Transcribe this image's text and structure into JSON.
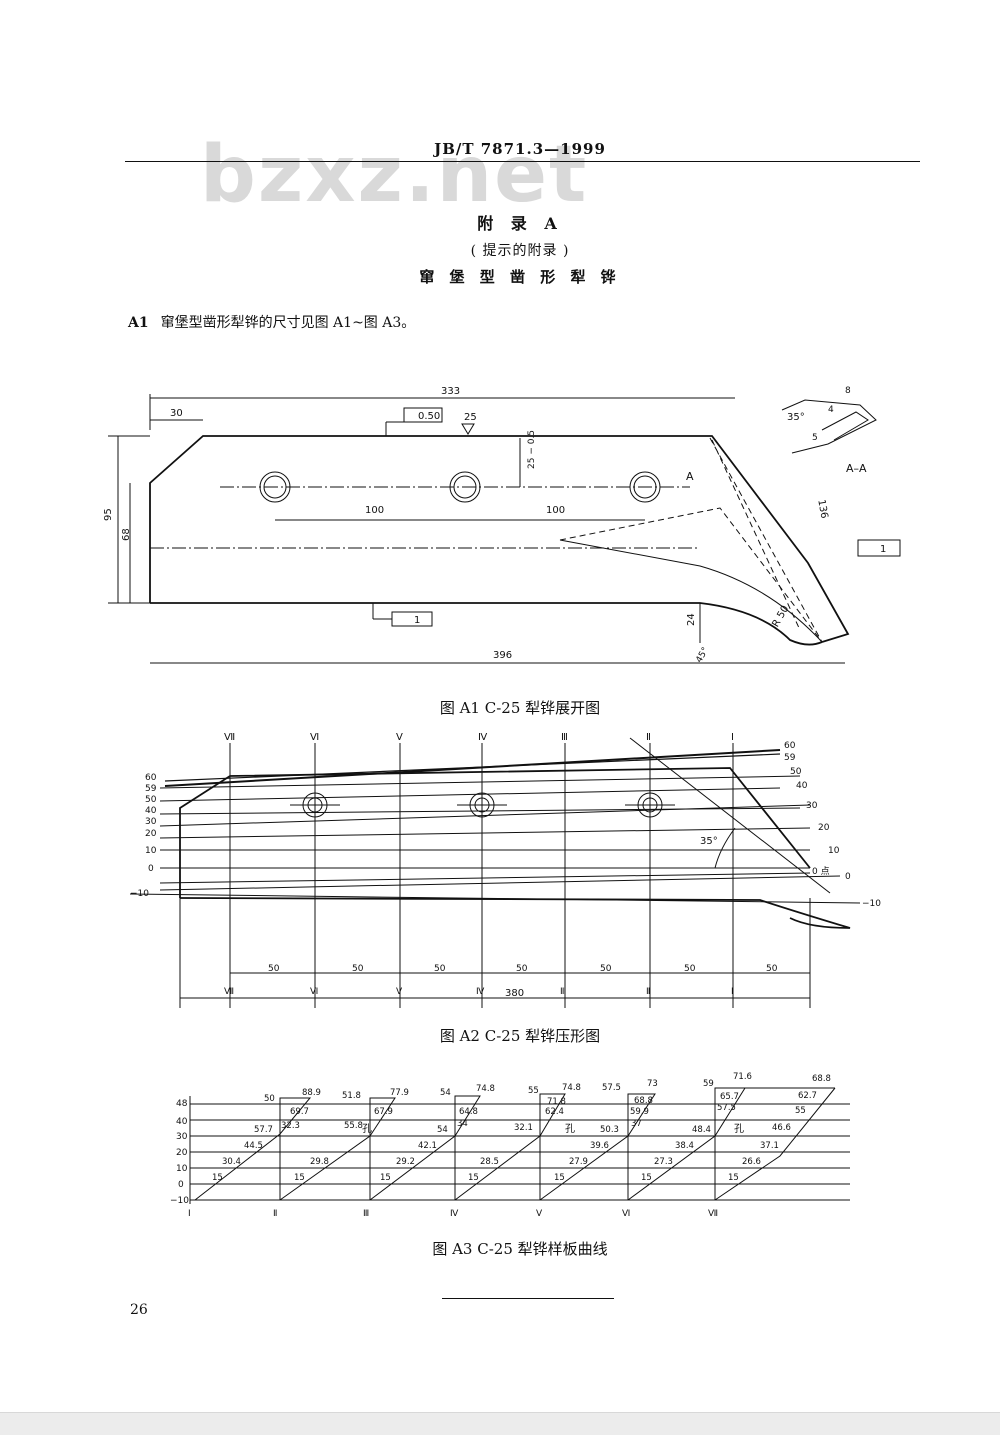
{
  "header": {
    "doc_code": "JB/T 7871.3—1999",
    "watermark": "bzxz.net"
  },
  "appendix": {
    "title": "附 录 A",
    "subtitle": "( 提示的附录 )",
    "name": "窜 堡 型 凿 形 犁 铧"
  },
  "paragraph": {
    "num": "A1",
    "text": "窜堡型凿形犁铧的尺寸见图 A1~图 A3。"
  },
  "fig1": {
    "caption": "图 A1   C-25 犁铧展开图",
    "dims": {
      "top": "333",
      "left_top": "30",
      "tol1": "0.50",
      "rough": "25",
      "vert": "25 − 0.5",
      "hole1": "100",
      "hole2": "100",
      "h95": "95",
      "h68": "68",
      "b24": "24",
      "r50": "R 50",
      "bottom": "396",
      "side": "136",
      "ang45": "45°",
      "tol2": "1",
      "ang35": "35°",
      "s8": "8",
      "s4": "4",
      "s5": "5",
      "sect": "A–A",
      "sectA": "A",
      "mark1": "1"
    }
  },
  "fig2": {
    "caption": "图 A2   C-25 犁铧压形图",
    "roman": [
      "Ⅶ",
      "Ⅵ",
      "Ⅴ",
      "Ⅳ",
      "Ⅲ",
      "Ⅱ",
      "Ⅰ"
    ],
    "left_levels": [
      "60",
      "59",
      "50",
      "40",
      "30",
      "20",
      "10",
      "0",
      "−10"
    ],
    "right_levels": [
      "60",
      "59",
      "50",
      "40",
      "30",
      "20",
      "10",
      "0",
      "−10"
    ],
    "spacing": [
      "50",
      "50",
      "50",
      "50",
      "50",
      "50",
      "50"
    ],
    "total": "380",
    "angle": "35°",
    "zero_point": "0 点"
  },
  "fig3": {
    "caption": "图 A3   C-25 犁铧样板曲线",
    "y_levels": [
      "48",
      "40",
      "30",
      "20",
      "10",
      "0",
      "−10"
    ],
    "roman": [
      "Ⅰ",
      "Ⅱ",
      "Ⅲ",
      "Ⅳ",
      "Ⅴ",
      "Ⅵ",
      "Ⅶ"
    ],
    "hole": "孔",
    "labels": [
      "50",
      "88.9",
      "51.8",
      "77.9",
      "54",
      "74.8",
      "55",
      "74.8",
      "57.5",
      "73",
      "59",
      "71.6",
      "68.8",
      "69.7",
      "67.9",
      "64.8",
      "71.8",
      "68.8",
      "65.7",
      "62.7",
      "62.4",
      "59.9",
      "57.5",
      "55",
      "57.7",
      "32.3",
      "55.8",
      "54",
      "34",
      "32.1",
      "50.3",
      "37",
      "48.4",
      "46.6",
      "44.5",
      "42.1",
      "39.6",
      "38.4",
      "37.1",
      "30.4",
      "29.8",
      "29.2",
      "28.5",
      "27.9",
      "27.3",
      "26.6",
      "15",
      "15",
      "15",
      "15",
      "15",
      "15",
      "15"
    ]
  },
  "page": {
    "number": "26"
  }
}
